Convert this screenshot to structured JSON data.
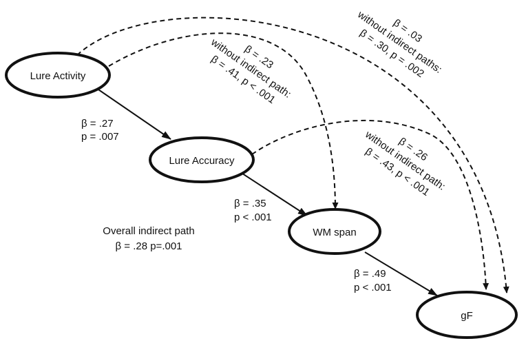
{
  "nodes": {
    "lure_activity": "Lure Activity",
    "lure_accuracy": "Lure Accuracy",
    "wm_span": "WM span",
    "gf": "gF"
  },
  "direct_paths": {
    "activity_to_accuracy": [
      "β = .27",
      "p = .007"
    ],
    "accuracy_to_wm": [
      "β = .35",
      "p < .001"
    ],
    "wm_to_gf": [
      "β = .49",
      "p < .001"
    ]
  },
  "overall_indirect": [
    "Overall indirect path",
    "β = .28 p=.001"
  ],
  "dashed_paths": {
    "activity_to_wm": [
      "β = .23",
      "without indirect path:",
      "β = .41, p < .001"
    ],
    "activity_to_gf": [
      "β = .03",
      "without indirect paths:",
      "β = .30, p = .002"
    ],
    "accuracy_to_gf": [
      "β = .26",
      "without indirect path:",
      "β = .43, p < .001"
    ]
  }
}
